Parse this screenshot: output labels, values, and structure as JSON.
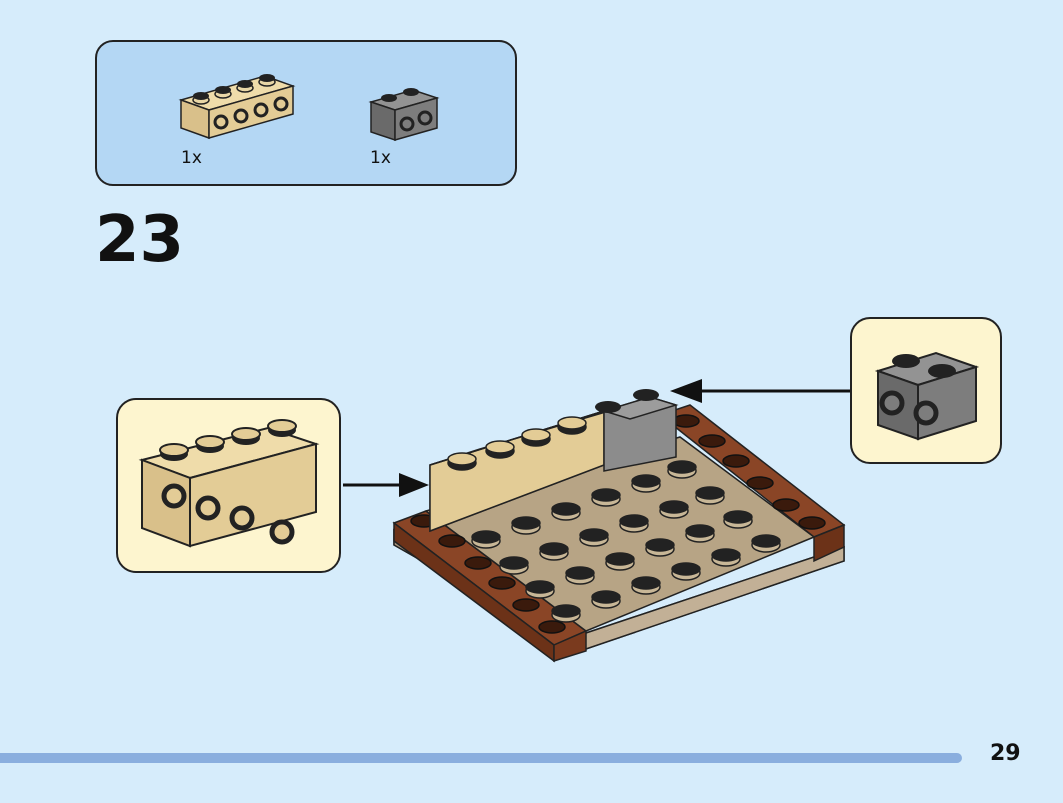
{
  "parts_list": {
    "items": [
      {
        "name": "tan-brick-1x4",
        "color": "#e3cc96",
        "quantity": "1x"
      },
      {
        "name": "dark-gray-brick-1x2",
        "color": "#7d7d7d",
        "quantity": "1x"
      }
    ]
  },
  "step": {
    "number": "23"
  },
  "page": {
    "number": "29"
  },
  "colors": {
    "background": "#d6ecfb",
    "parts_box": "#b4d7f4",
    "callout": "#fdf5cf",
    "tan": "#e3cc96",
    "dark_gray": "#7d7d7d",
    "reddish_brown": "#7a3a1e",
    "dark_tan": "#b7a485",
    "page_bar": "#8aaede"
  }
}
